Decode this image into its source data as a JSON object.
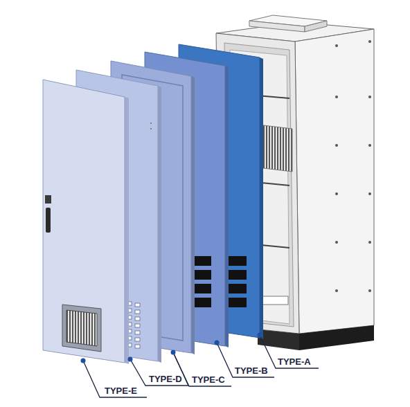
{
  "diagram": {
    "labels": [
      "TYPE-E",
      "TYPE-D",
      "TYPE-C",
      "TYPE-B",
      "TYPE-A"
    ]
  }
}
